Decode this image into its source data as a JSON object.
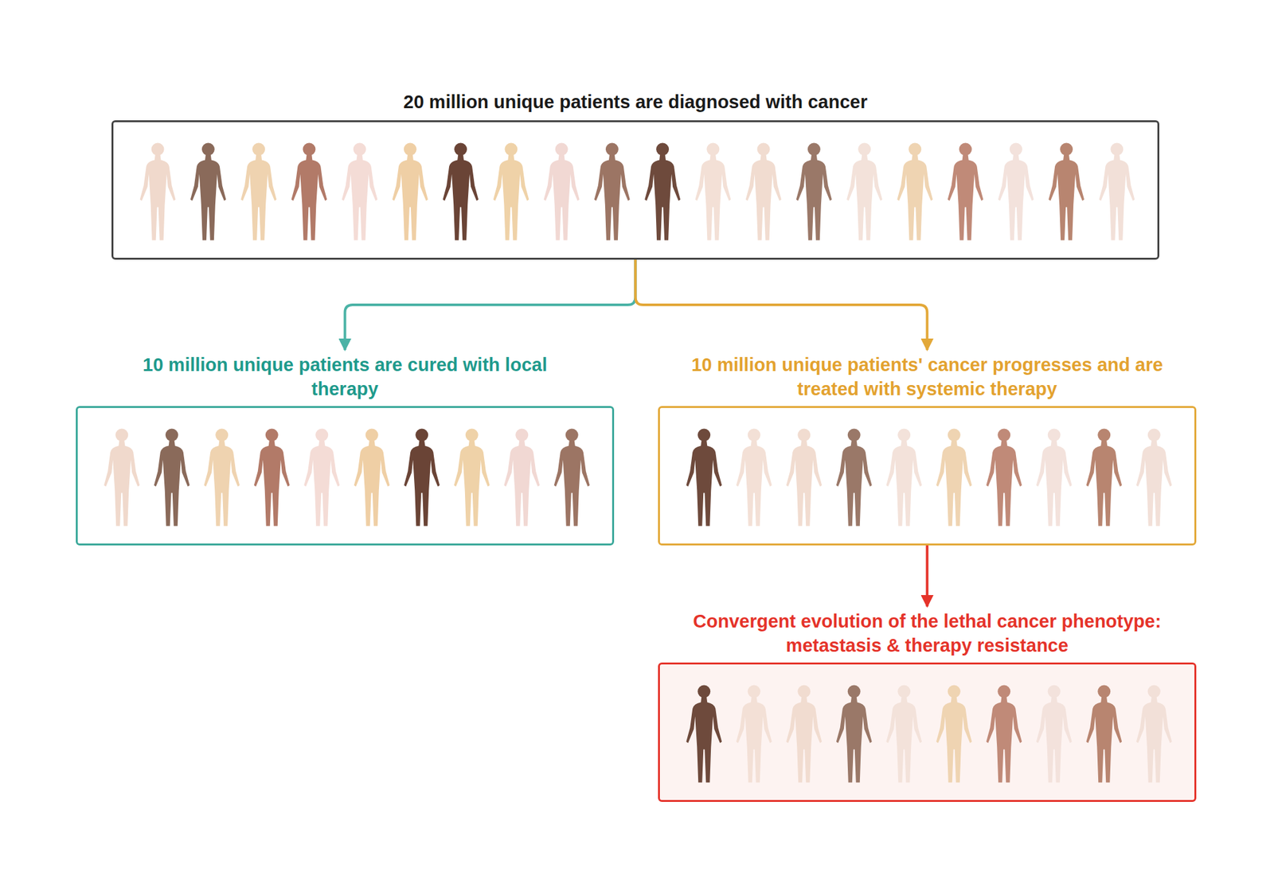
{
  "diagram": {
    "nodes": [
      {
        "text": [
          "20 million unique patients are diagnosed with cancer"
        ]
      },
      {
        "text": [
          "10 million unique patients are cured with local therapy"
        ]
      },
      {
        "text": [
          "10 million unique patients' cancer progresses and are treated with systemic therapy"
        ]
      },
      {
        "text": [
          "Convergent evolution of the lethal cancer phenotype: metastasis & therapy resistance"
        ]
      }
    ],
    "edges": [
      {
        "from": 0,
        "to": 1,
        "arrow": "to"
      },
      {
        "from": 0,
        "to": 2,
        "arrow": "to"
      },
      {
        "from": 2,
        "to": 3,
        "arrow": "to"
      }
    ]
  }
}
